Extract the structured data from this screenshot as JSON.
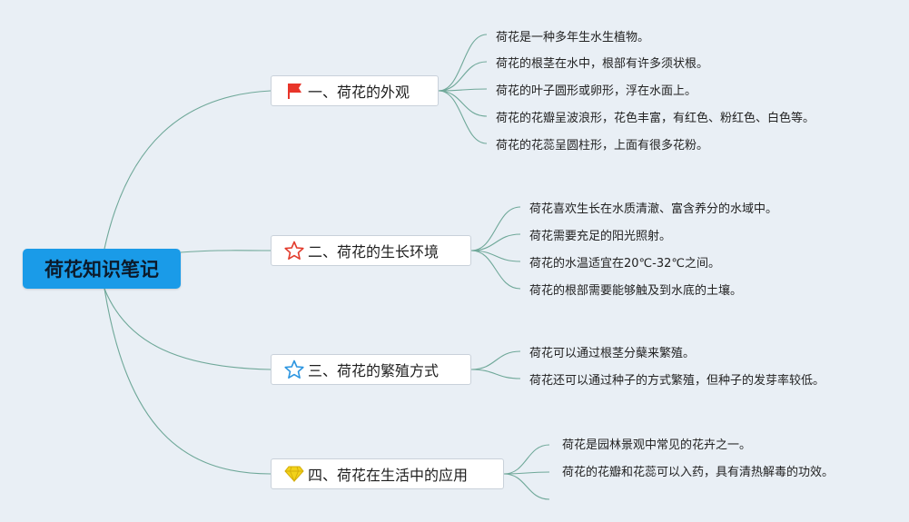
{
  "root": {
    "label": "荷花知识笔记"
  },
  "branches": [
    {
      "label": "一、荷花的外观",
      "icon": "red-flag-icon",
      "leaves": [
        "荷花是一种多年生水生植物。",
        "荷花的根茎在水中，根部有许多须状根。",
        "荷花的叶子圆形或卵形，浮在水面上。",
        "荷花的花瓣呈波浪形，花色丰富，有红色、粉红色、白色等。",
        "荷花的花蕊呈圆柱形，上面有很多花粉。"
      ]
    },
    {
      "label": "二、荷花的生长环境",
      "icon": "red-star-outline-icon",
      "leaves": [
        "荷花喜欢生长在水质清澈、富含养分的水域中。",
        "荷花需要充足的阳光照射。",
        "荷花的水温适宜在20℃-32℃之间。",
        "荷花的根部需要能够触及到水底的土壤。"
      ]
    },
    {
      "label": "三、荷花的繁殖方式",
      "icon": "blue-star-outline-icon",
      "leaves": [
        "荷花可以通过根茎分蘖来繁殖。",
        "荷花还可以通过种子的方式繁殖，但种子的发芽率较低。"
      ]
    },
    {
      "label": "四、荷花在生活中的应用",
      "icon": "yellow-diamond-icon",
      "leaves": [
        "荷花是园林景观中常见的花卉之一。",
        "荷花的花瓣和花蕊可以入药，具有清热解毒的功效。"
      ]
    }
  ],
  "colors": {
    "background": "#e9eff5",
    "root_fill": "#1a9be8",
    "connector": "#6fa899",
    "flag": "#e8352a",
    "red_star": "#e23b2c",
    "blue_star": "#2c95e0",
    "diamond": "#f2d21a"
  }
}
